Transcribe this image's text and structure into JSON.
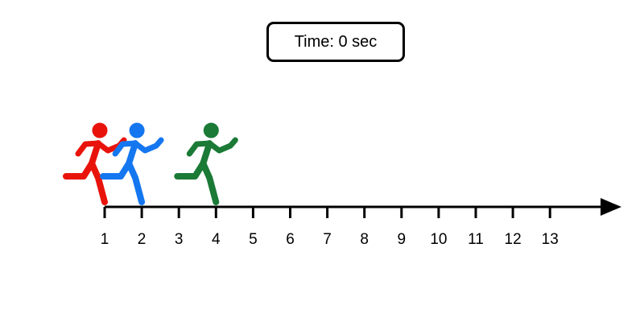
{
  "timer": {
    "text": "Time: 0 sec"
  },
  "number_line": {
    "ticks": [
      "1",
      "2",
      "3",
      "4",
      "5",
      "6",
      "7",
      "8",
      "9",
      "10",
      "11",
      "12",
      "13"
    ],
    "arrow": "right"
  },
  "runners": [
    {
      "name": "red-runner",
      "color": "#e8140c",
      "position": 1
    },
    {
      "name": "blue-runner",
      "color": "#1577f0",
      "position": 2
    },
    {
      "name": "green-runner",
      "color": "#1a7a36",
      "position": 4
    }
  ]
}
